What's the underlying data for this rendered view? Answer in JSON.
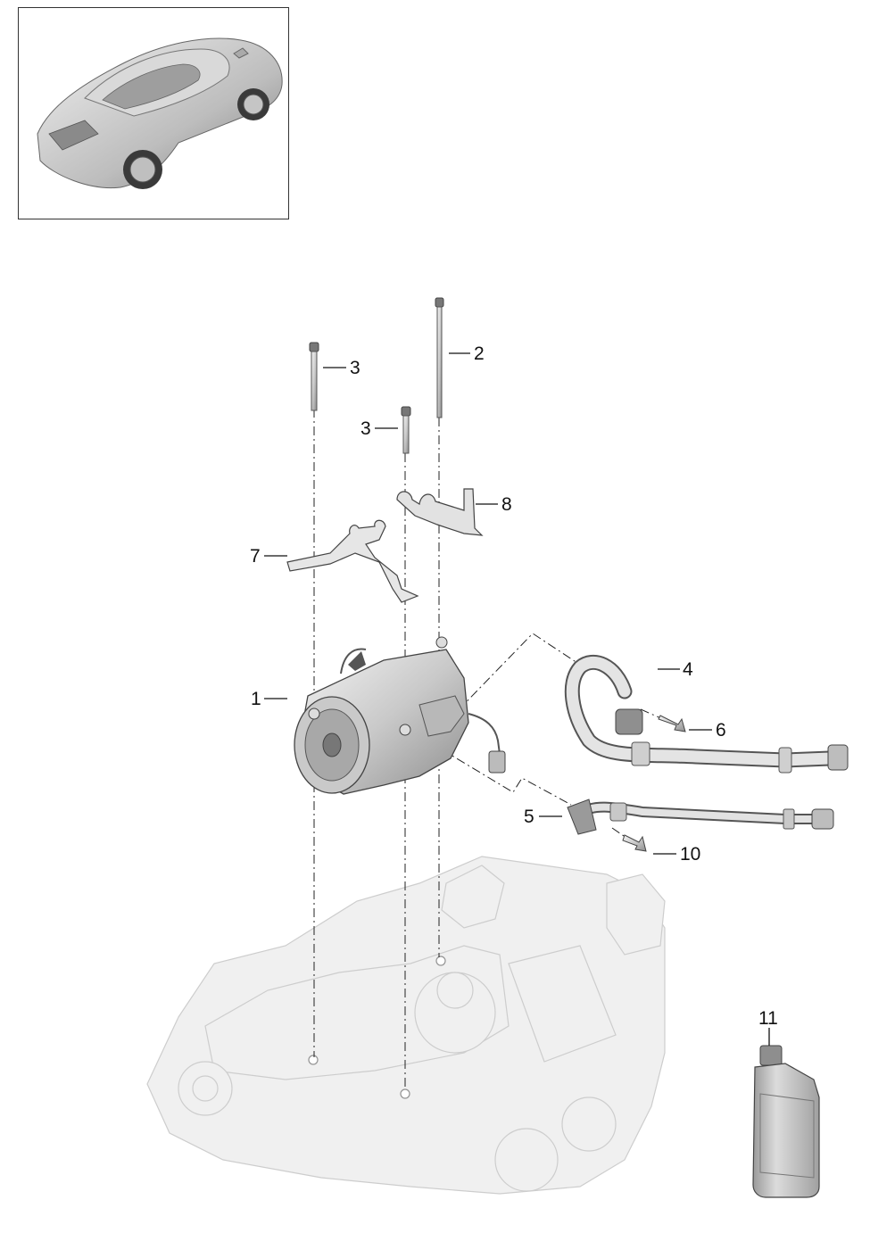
{
  "diagram": {
    "callouts": [
      {
        "id": "c1",
        "label": "1"
      },
      {
        "id": "c2",
        "label": "2"
      },
      {
        "id": "c3a",
        "label": "3"
      },
      {
        "id": "c3b",
        "label": "3"
      },
      {
        "id": "c4",
        "label": "4"
      },
      {
        "id": "c5",
        "label": "5"
      },
      {
        "id": "c6",
        "label": "6"
      },
      {
        "id": "c7",
        "label": "7"
      },
      {
        "id": "c8",
        "label": "8"
      },
      {
        "id": "c10",
        "label": "10"
      },
      {
        "id": "c11",
        "label": "11"
      }
    ],
    "thumbnail": {
      "subject": "car-thumbnail"
    }
  }
}
